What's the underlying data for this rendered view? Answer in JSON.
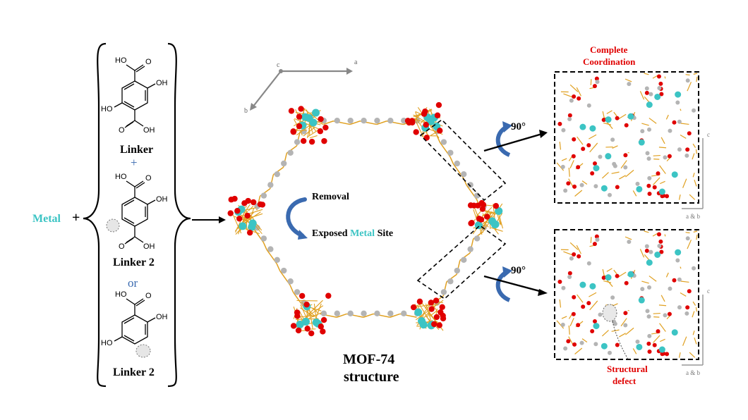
{
  "left_panel": {
    "metal_label": "Metal",
    "plus_sign": "+",
    "linker1_label": "Linker",
    "plus_between": "+",
    "linker2_label": "Linker 2",
    "or_label": "or",
    "linker3_label": "Linker 2",
    "mol1": {
      "top": "HO",
      "top_o": "O",
      "right": "OH",
      "left": "HO",
      "bottom_o": "O",
      "bottom": "OH"
    },
    "mol2": {
      "top": "HO",
      "top_o": "O",
      "right": "OH",
      "bottom_o": "O",
      "bottom": "OH"
    },
    "mol3": {
      "top": "HO",
      "top_o": "O",
      "right": "OH",
      "left": "HO"
    }
  },
  "center_panel": {
    "axis_c": "c",
    "axis_a": "a",
    "axis_b": "b",
    "removal_label": "Removal",
    "exposed_prefix": "Exposed ",
    "exposed_metal": "Metal",
    "exposed_suffix": " Site",
    "title_line1": "MOF-74",
    "title_line2": "structure"
  },
  "right_panel": {
    "rotation_top": "90°",
    "rotation_bottom": "90°",
    "complete_line1": "Complete",
    "complete_line2": "Coordination",
    "axis_c_top": "c",
    "axis_ab_top": "a & b",
    "axis_c_bottom": "c",
    "axis_ab_bottom": "a & b",
    "defect_line1": "Structural",
    "defect_line2": "defect"
  },
  "colors": {
    "metal": "#3cc4c4",
    "oxygen": "#e00000",
    "carbon": "#b4b4b4",
    "bond": "#e0a020",
    "label_red": "#e00000",
    "arrow_blue": "#3a6ab0"
  }
}
